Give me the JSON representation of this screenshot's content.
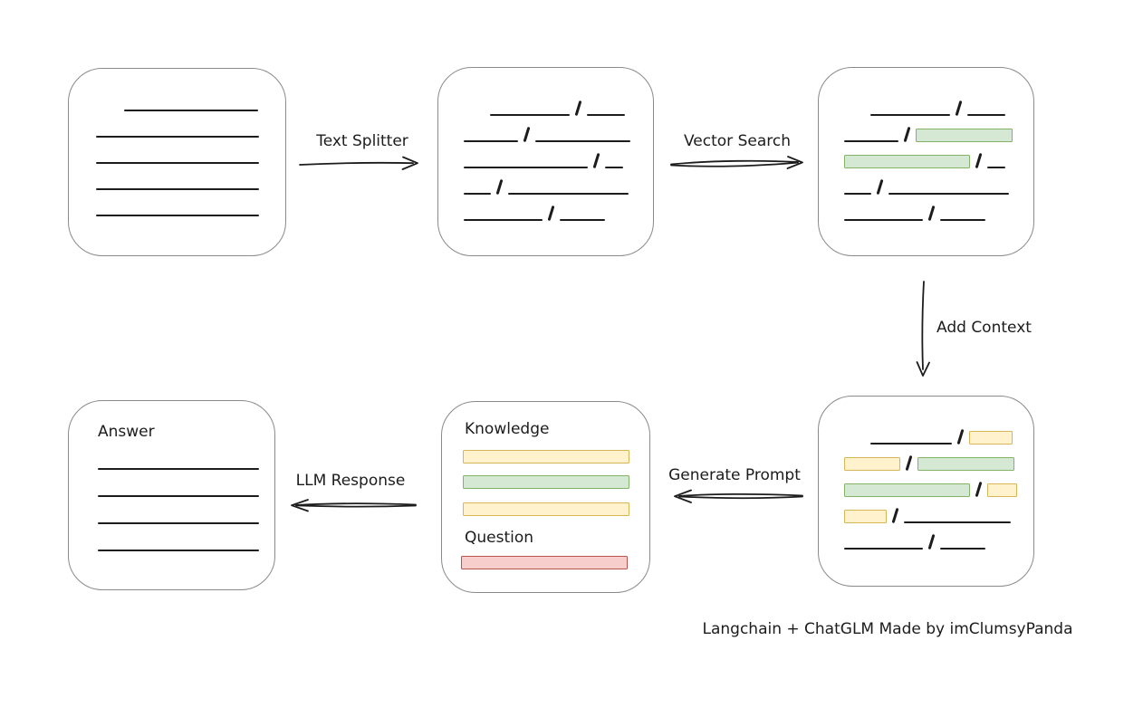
{
  "colors": {
    "line": "#1c1c1c",
    "box_border": "#8a8a8a",
    "green_fill": "#d5e8d4",
    "green_border": "#82b366",
    "yellow_fill": "#fff2cc",
    "yellow_border": "#d6b656",
    "red_fill": "#f8cecc",
    "red_border": "#b85450"
  },
  "arrows": {
    "text_splitter": {
      "label": "Text Splitter",
      "direction": "right"
    },
    "vector_search": {
      "label": "Vector Search",
      "direction": "right"
    },
    "add_context": {
      "label": "Add Context",
      "direction": "down"
    },
    "generate_prompt": {
      "label": "Generate Prompt",
      "direction": "left"
    },
    "llm_response": {
      "label": "LLM Response",
      "direction": "left"
    }
  },
  "prompt_box": {
    "knowledge_label": "Knowledge",
    "question_label": "Question",
    "knowledge_bars": [
      "yellow",
      "green",
      "yellow"
    ],
    "question_bar": "red"
  },
  "answer_box": {
    "label": "Answer",
    "line_count": 4
  },
  "caption": "Langchain + ChatGLM Made by imClumsyPanda",
  "boxes": {
    "document": {
      "rows": [
        [
          {
            "t": "gap",
            "w": 24
          },
          {
            "t": "line",
            "w": 148
          }
        ],
        [
          {
            "t": "line",
            "w": 180
          }
        ],
        [
          {
            "t": "line",
            "w": 180
          }
        ],
        [
          {
            "t": "line",
            "w": 180
          }
        ],
        [
          {
            "t": "line",
            "w": 180
          }
        ]
      ]
    },
    "split_chunks": {
      "rows": [
        [
          {
            "t": "gap",
            "w": 22
          },
          {
            "t": "line",
            "w": 88
          },
          {
            "t": "slash"
          },
          {
            "t": "line",
            "w": 42
          }
        ],
        [
          {
            "t": "line",
            "w": 60
          },
          {
            "t": "slash"
          },
          {
            "t": "line",
            "w": 105
          }
        ],
        [
          {
            "t": "line",
            "w": 137
          },
          {
            "t": "slash"
          },
          {
            "t": "line",
            "w": 20
          }
        ],
        [
          {
            "t": "line",
            "w": 30
          },
          {
            "t": "slash"
          },
          {
            "t": "line",
            "w": 133
          }
        ],
        [
          {
            "t": "line",
            "w": 87
          },
          {
            "t": "slash"
          },
          {
            "t": "line",
            "w": 50
          }
        ]
      ]
    },
    "matched_chunks": {
      "rows": [
        [
          {
            "t": "gap",
            "w": 22
          },
          {
            "t": "line",
            "w": 88
          },
          {
            "t": "slash"
          },
          {
            "t": "line",
            "w": 42
          }
        ],
        [
          {
            "t": "line",
            "w": 60
          },
          {
            "t": "slash"
          },
          {
            "t": "chunk",
            "c": "green",
            "w": 105
          }
        ],
        [
          {
            "t": "chunk",
            "c": "green",
            "w": 137
          },
          {
            "t": "slash"
          },
          {
            "t": "line",
            "w": 20
          }
        ],
        [
          {
            "t": "line",
            "w": 30
          },
          {
            "t": "slash"
          },
          {
            "t": "line",
            "w": 133
          }
        ],
        [
          {
            "t": "line",
            "w": 87
          },
          {
            "t": "slash"
          },
          {
            "t": "line",
            "w": 50
          }
        ]
      ]
    },
    "context_chunks": {
      "rows": [
        [
          {
            "t": "gap",
            "w": 22
          },
          {
            "t": "line",
            "w": 90
          },
          {
            "t": "slash"
          },
          {
            "t": "chunk",
            "c": "yellow",
            "w": 46
          }
        ],
        [
          {
            "t": "chunk",
            "c": "yellow",
            "w": 60
          },
          {
            "t": "slash"
          },
          {
            "t": "chunk",
            "c": "green",
            "w": 105
          }
        ],
        [
          {
            "t": "chunk",
            "c": "green",
            "w": 137
          },
          {
            "t": "slash"
          },
          {
            "t": "chunk",
            "c": "yellow",
            "w": 31
          }
        ],
        [
          {
            "t": "chunk",
            "c": "yellow",
            "w": 45
          },
          {
            "t": "slash"
          },
          {
            "t": "line",
            "w": 118
          }
        ],
        [
          {
            "t": "line",
            "w": 87
          },
          {
            "t": "slash"
          },
          {
            "t": "line",
            "w": 50
          }
        ]
      ]
    },
    "answer": {
      "rows": [
        [
          {
            "t": "line",
            "w": 178
          }
        ],
        [
          {
            "t": "line",
            "w": 178
          }
        ],
        [
          {
            "t": "line",
            "w": 178
          }
        ],
        [
          {
            "t": "line",
            "w": 178
          }
        ]
      ]
    }
  }
}
